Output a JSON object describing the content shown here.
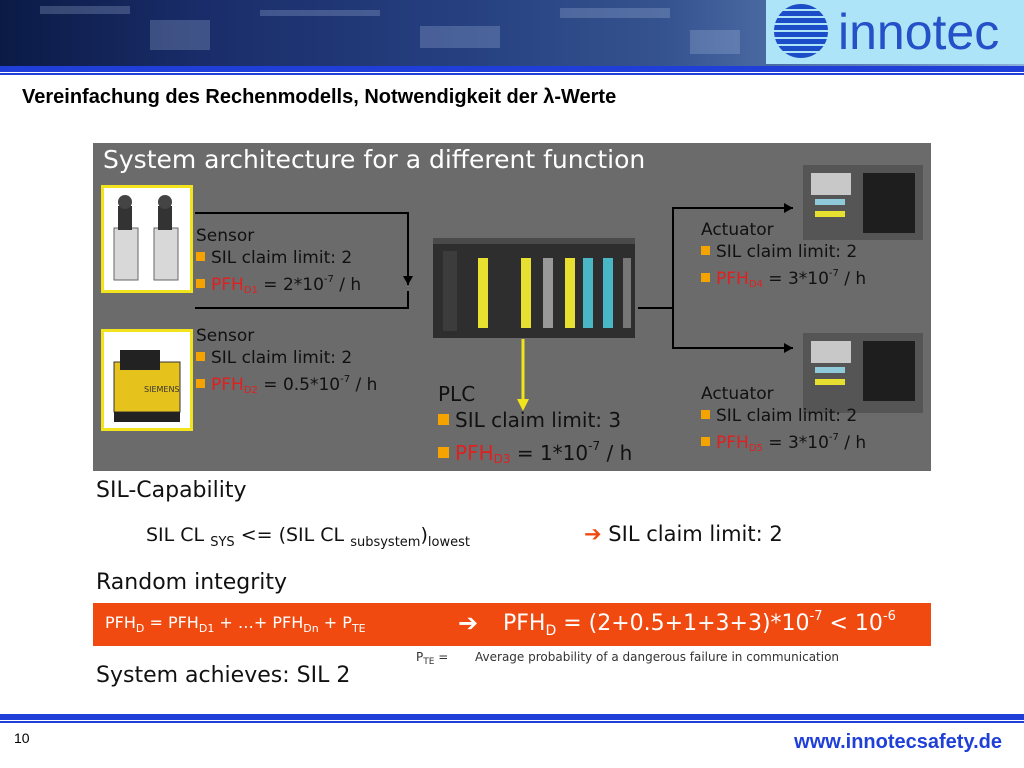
{
  "header": {
    "logo_text": "innotec",
    "title": "Vereinfachung des Rechenmodells, Notwendigkeit der λ-Werte"
  },
  "diagram": {
    "title": "System architecture for a different function",
    "sensor1": {
      "heading": "Sensor",
      "sil": "SIL claim limit: 2",
      "pfh_label": "PFH",
      "pfh_sub": "D1",
      "pfh_value_pre": "= 2*10",
      "pfh_exp": "-7",
      "pfh_value_post": "/ h"
    },
    "sensor2": {
      "heading": "Sensor",
      "sil": "SIL claim limit: 2",
      "pfh_label": "PFH",
      "pfh_sub": "D2",
      "pfh_value_pre": "= 0.5*10",
      "pfh_exp": "-7",
      "pfh_value_post": "/ h"
    },
    "plc": {
      "heading": "PLC",
      "sil": "SIL claim limit: 3",
      "pfh_label": "PFH",
      "pfh_sub": "D3",
      "pfh_value_pre": "= 1*10",
      "pfh_exp": "-7",
      "pfh_value_post": "/ h"
    },
    "actuator1": {
      "heading": "Actuator",
      "sil": "SIL claim limit: 2",
      "pfh_label": "PFH",
      "pfh_sub": "D4",
      "pfh_value_pre": "= 3*10",
      "pfh_exp": "-7",
      "pfh_value_post": "/ h"
    },
    "actuator2": {
      "heading": "Actuator",
      "sil": "SIL claim limit: 2",
      "pfh_label": "PFH",
      "pfh_sub": "D5",
      "pfh_value_pre": "= 3*10",
      "pfh_exp": "-7",
      "pfh_value_post": "/ h"
    },
    "sensor_brand": "SIEMENS"
  },
  "sil_capability": {
    "heading": "SIL-Capability",
    "formula_a": "SIL CL",
    "formula_sys": "SYS",
    "formula_b": "<= (SIL CL",
    "formula_subsystem": "subsystem",
    "formula_c": ")",
    "formula_lowest": "lowest",
    "arrow": "➔",
    "result": "SIL claim limit: 2"
  },
  "random_integrity": {
    "heading": "Random integrity",
    "left_pfh": "PFH",
    "left_pfh_sub": "D",
    "left_eq": " = PFH",
    "left_d1": "D1",
    "left_mid": " + …+ PFH",
    "left_dn": "Dn",
    "left_plus": " + P",
    "left_te": "TE",
    "arrow": "➔",
    "right_pfh": "PFH",
    "right_pfh_sub": "D",
    "right_expr": " = (2+0.5+1+3+3)*10",
    "right_exp1": "-7",
    "right_lt": " < 10",
    "right_exp2": "-6"
  },
  "pte_note": {
    "p": "P",
    "te": "TE",
    "eq": " = ",
    "text": "Average probability of a dangerous failure in communication"
  },
  "system_achieves": "System achieves: SIL 2",
  "footer": {
    "page_number": "10",
    "website": "www.innotecsafety.de"
  },
  "colors": {
    "brand_blue": "#1f3fd8",
    "highlight_red": "#f04a10",
    "frame_yellow": "#f2e41c"
  }
}
